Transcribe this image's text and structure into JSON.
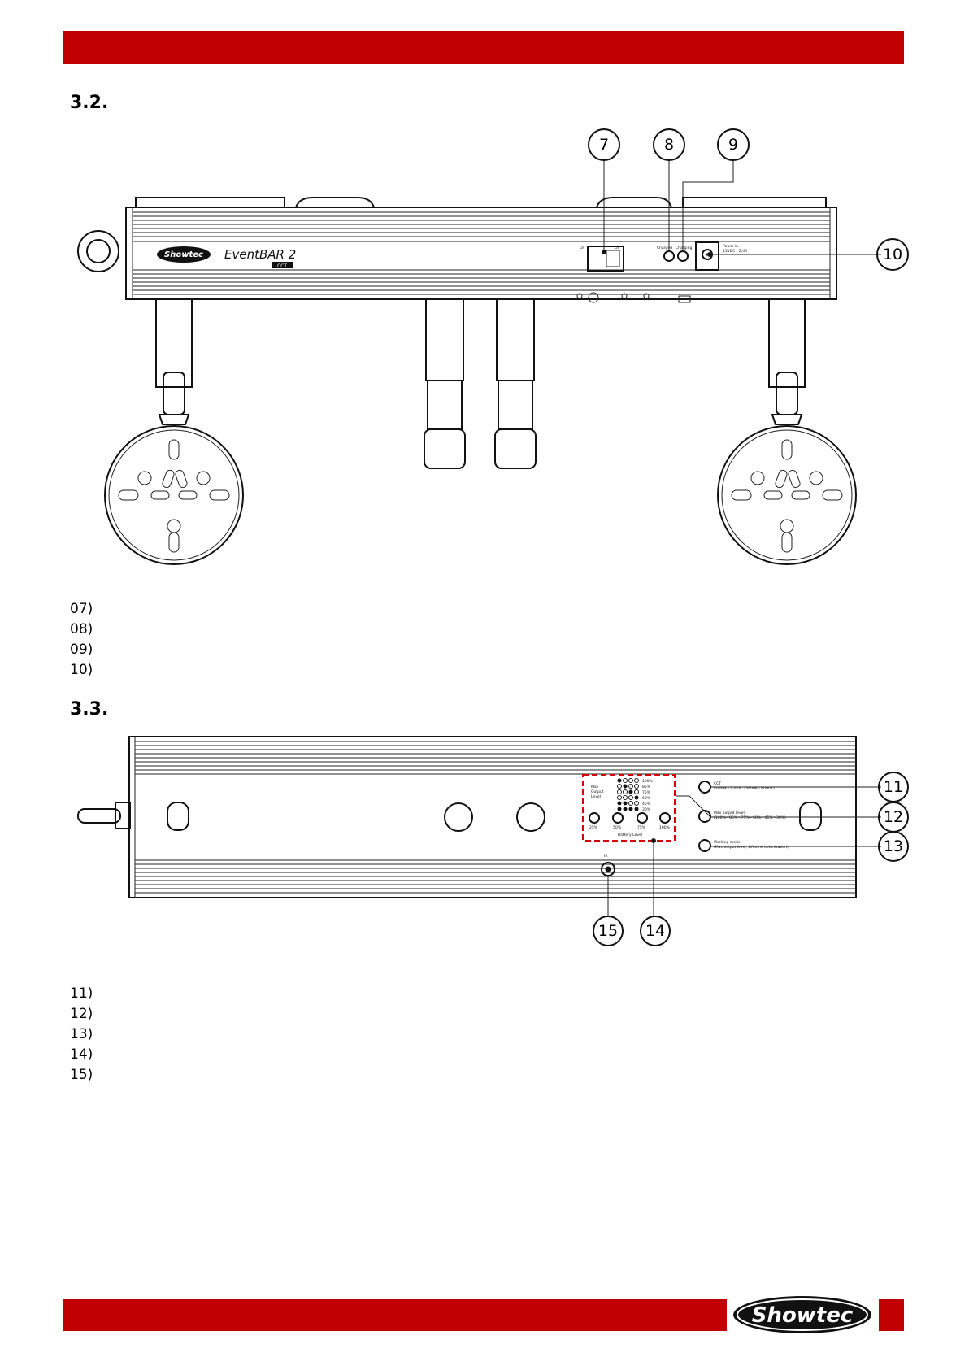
{
  "header": {
    "color": "#c00000"
  },
  "sections": [
    {
      "number": "3.2.",
      "callouts": [
        "7",
        "8",
        "9",
        "10"
      ],
      "legend": [
        "07)",
        "08)",
        "09)",
        "10)"
      ]
    },
    {
      "number": "3.3.",
      "callouts": [
        "11",
        "12",
        "13",
        "14",
        "15"
      ],
      "legend": [
        "11)",
        "12)",
        "13)",
        "14)",
        "15)"
      ]
    }
  ],
  "front_panel": {
    "brand_logo": "Showtec",
    "product_name": "EventBAR 2",
    "product_sub": "CCT",
    "switch_on": "On",
    "switch_off": "Off",
    "charged": "Charged",
    "charging": "Charging",
    "power_in_1": "Power in",
    "power_in_2": "15VDC - 2,4A"
  },
  "rear_panel": {
    "max_output_level_1": "Max",
    "max_output_level_2": "Output",
    "max_output_level_3": "Level",
    "pct_100": "100%",
    "pct_85": "85%",
    "pct_75": "75%",
    "pct_60": "60%",
    "pct_45": "45%",
    "pct_30": "30%",
    "battery_25": "25%",
    "battery_50": "50%",
    "battery_75": "75%",
    "battery_100": "100%",
    "battery_level": "Battery Level",
    "cct_label": "CCT",
    "cct_values": "(3000K - 4200K - 5600K - 6000K)",
    "max_output_label": "Max output level",
    "max_output_values": "(100% - 85% - 75% - 60% - 45% - 30%)",
    "working_mode_label": "Working mode",
    "working_mode_values": "(Max output level, Lifetime optimization)",
    "ir_label": "IR"
  },
  "footer": {
    "brand_logo": "Showtec"
  }
}
